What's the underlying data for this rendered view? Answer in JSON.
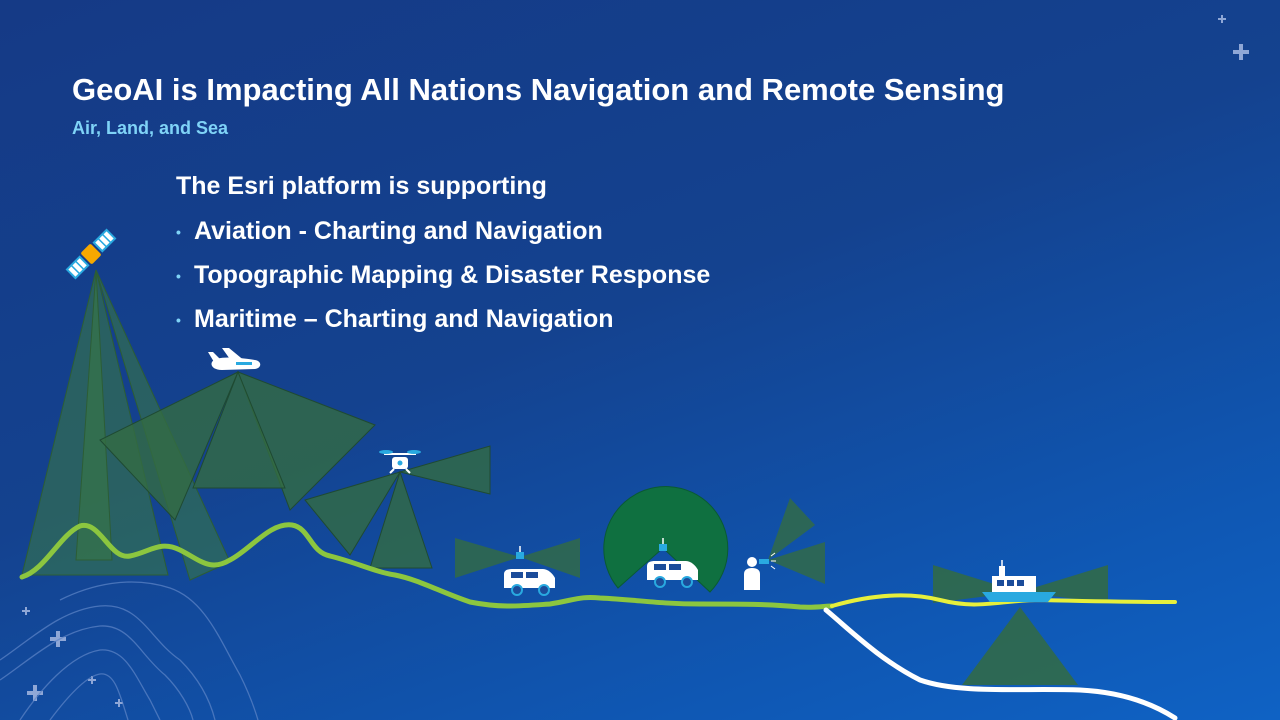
{
  "slide": {
    "title": "GeoAI is Impacting All Nations Navigation and Remote Sensing",
    "subtitle": "Air, Land, and Sea",
    "intro": "The Esri platform is supporting",
    "bullets": [
      {
        "label": "Aviation - Charting and Navigation"
      },
      {
        "label": "Topographic Mapping & Disaster Response"
      },
      {
        "label": "Maritime – Charting and Navigation"
      }
    ]
  },
  "illustration": {
    "icons": [
      "satellite-icon",
      "airplane-icon",
      "drone-icon",
      "vehicle-icon",
      "person-icon",
      "boat-icon"
    ],
    "colors": {
      "background": "#14428f",
      "terrain": "#8cc63f",
      "coastline": "#e6ef3c",
      "seafloor": "#ffffff",
      "sensor_cone": "#2e6b3a",
      "vehicle_dome": "#0f7040",
      "boat_hull": "#29a9e0"
    }
  }
}
